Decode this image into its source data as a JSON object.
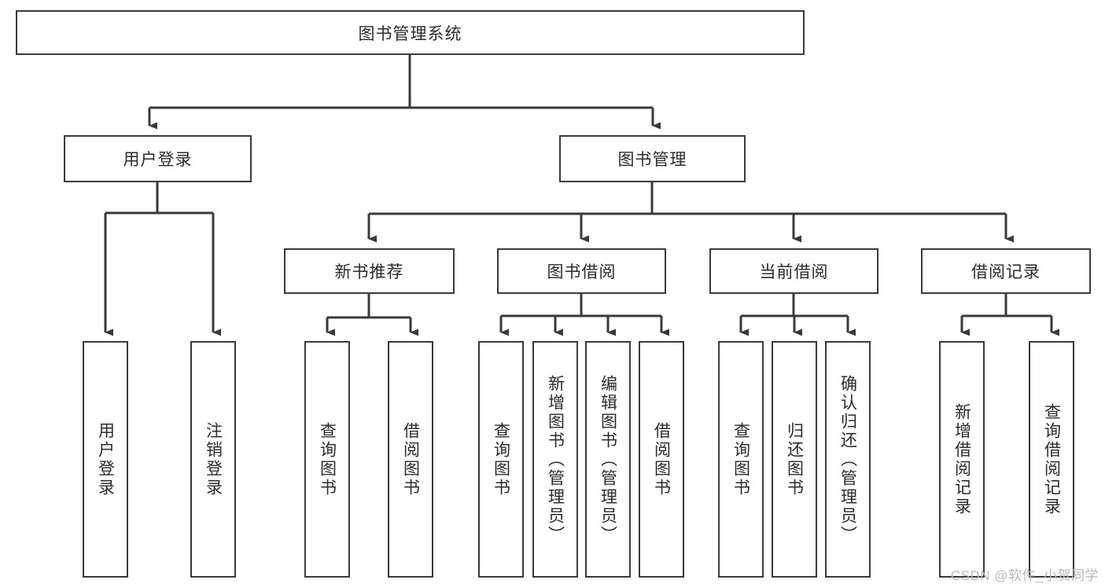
{
  "diagram": {
    "title": "图书管理系统",
    "watermark": "CSDN @软件_小贺同学",
    "colors": {
      "stroke": "#3a3a3a",
      "fill": "#ffffff",
      "text": "#2b2b2b",
      "watermark": "#b9b9b9"
    },
    "root": {
      "label": "图书管理系统"
    },
    "level2": [
      {
        "label": "用户登录"
      },
      {
        "label": "图书管理"
      }
    ],
    "level3": [
      {
        "label": "新书推荐"
      },
      {
        "label": "图书借阅"
      },
      {
        "label": "当前借阅"
      },
      {
        "label": "借阅记录"
      }
    ],
    "leaves": {
      "user_login": [
        {
          "label": "用户登录"
        },
        {
          "label": "注销登录"
        }
      ],
      "new_book_recommend": [
        {
          "label": "查询图书"
        },
        {
          "label": "借阅图书"
        }
      ],
      "book_borrow": [
        {
          "label": "查询图书"
        },
        {
          "label": "新增图书（管理员）"
        },
        {
          "label": "编辑图书（管理员）"
        },
        {
          "label": "借阅图书"
        }
      ],
      "current_borrow": [
        {
          "label": "查询图书"
        },
        {
          "label": "归还图书"
        },
        {
          "label": "确认归还（管理员）"
        }
      ],
      "borrow_record": [
        {
          "label": "新增借阅记录"
        },
        {
          "label": "查询借阅记录"
        }
      ]
    }
  }
}
